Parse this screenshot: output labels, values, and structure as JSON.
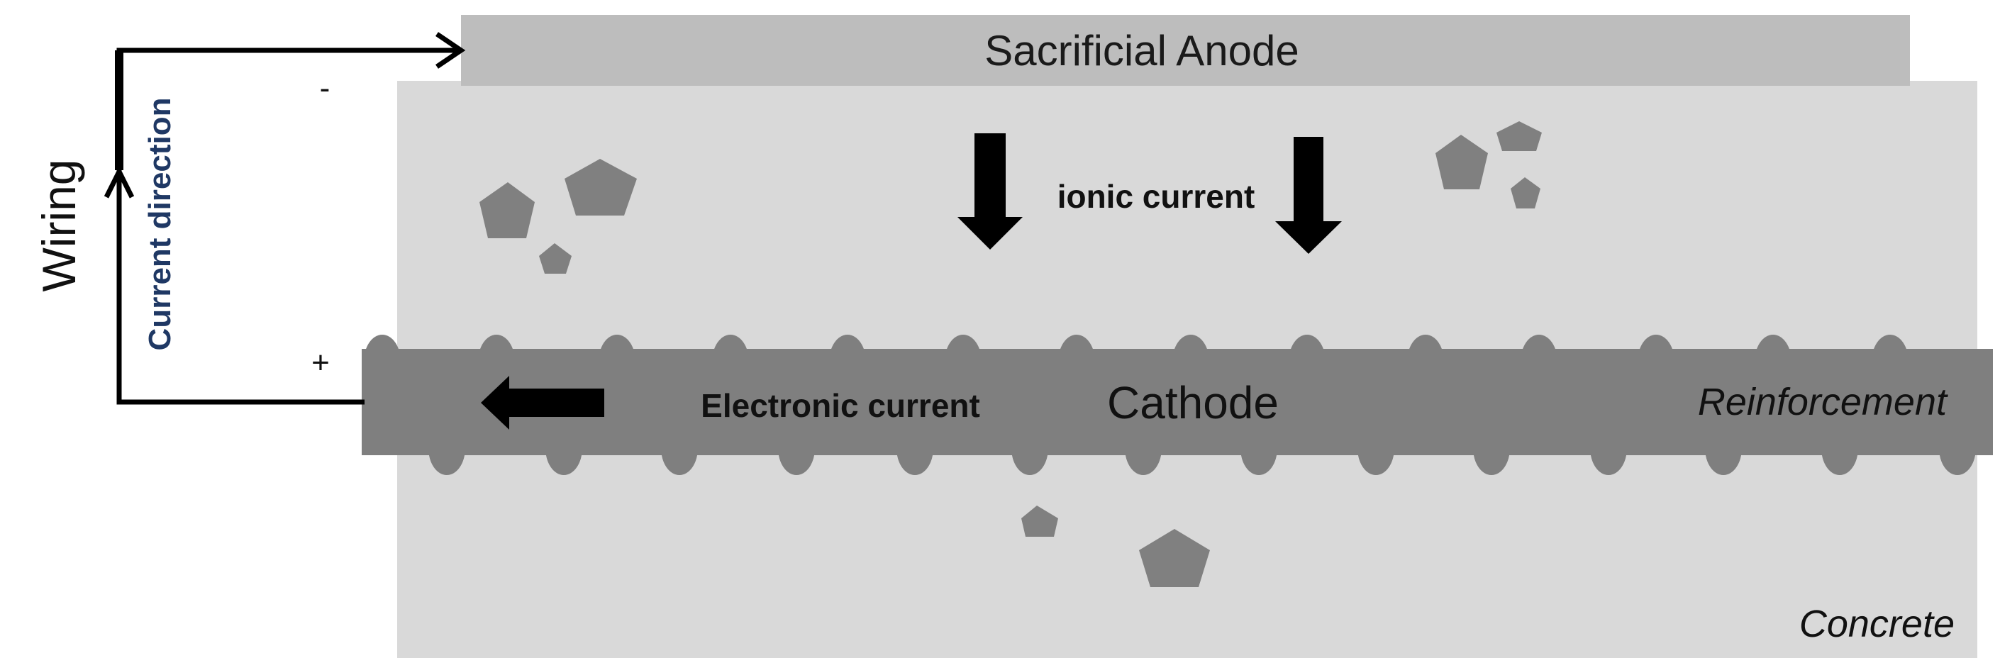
{
  "labels": {
    "anode": "Sacrificial Anode",
    "ionic_current": "ionic current",
    "electronic_current": "Electronic current",
    "cathode": "Cathode",
    "reinforcement": "Reinforcement",
    "concrete": "Concrete",
    "wiring": "Wiring",
    "current_direction": "Current  direction",
    "minus_sign": "-",
    "plus_sign": "+"
  },
  "colors": {
    "anode": "#bdbdbd",
    "concrete": "#d9d9d9",
    "rebar": "#7f7f7f",
    "aggregate": "#808080",
    "wire": "#000000",
    "current_direction_text": "#1f3864"
  }
}
